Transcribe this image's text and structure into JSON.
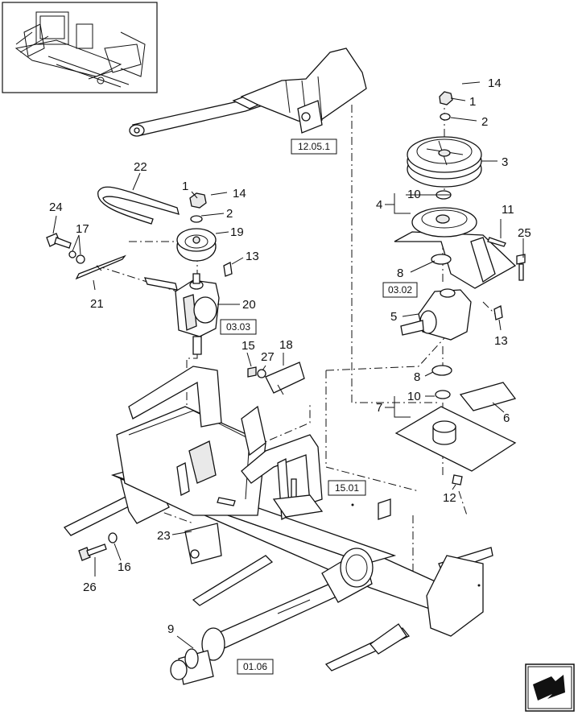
{
  "callouts": {
    "c1a": "1",
    "c1b": "1",
    "c2a": "2",
    "c2b": "2",
    "c3": "3",
    "c4": "4",
    "c5": "5",
    "c6": "6",
    "c7": "7",
    "c8a": "8",
    "c8b": "8",
    "c9": "9",
    "c10a": "10",
    "c10b": "10",
    "c11": "11",
    "c12": "12",
    "c13a": "13",
    "c13b": "13",
    "c14a": "14",
    "c14b": "14",
    "c15": "15",
    "c16": "16",
    "c17": "17",
    "c18": "18",
    "c19": "19",
    "c20": "20",
    "c21": "21",
    "c22": "22",
    "c23": "23",
    "c24": "24",
    "c25": "25",
    "c26": "26",
    "c27": "27"
  },
  "refs": {
    "r1205": "12.05.1",
    "r0302": "03.02",
    "r0303": "03.03",
    "r1501": "15.01",
    "r0106": "01.06"
  },
  "icons": {
    "thumbnail": "machine-overview-thumbnail",
    "next_page": "next-page-arrow-icon"
  }
}
